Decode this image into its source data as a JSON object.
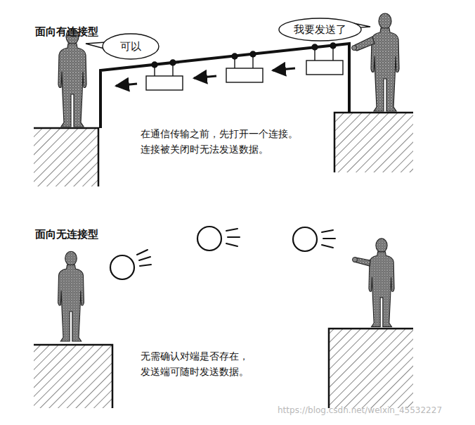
{
  "diagram": {
    "nodes": [
      {
        "text": [
          "可以"
        ]
      },
      {
        "text": [
          "我要发送了"
        ]
      }
    ],
    "labels": [
      "面向有连接型",
      "在通信传输之前，先打开一个连接。 连接被关闭时无法发送数据。",
      "面向无连接型",
      "无需确认对端是否存在， 发送端可随时发送数据。",
      "https://blog.csdn.net/weixin_45532227"
    ]
  }
}
